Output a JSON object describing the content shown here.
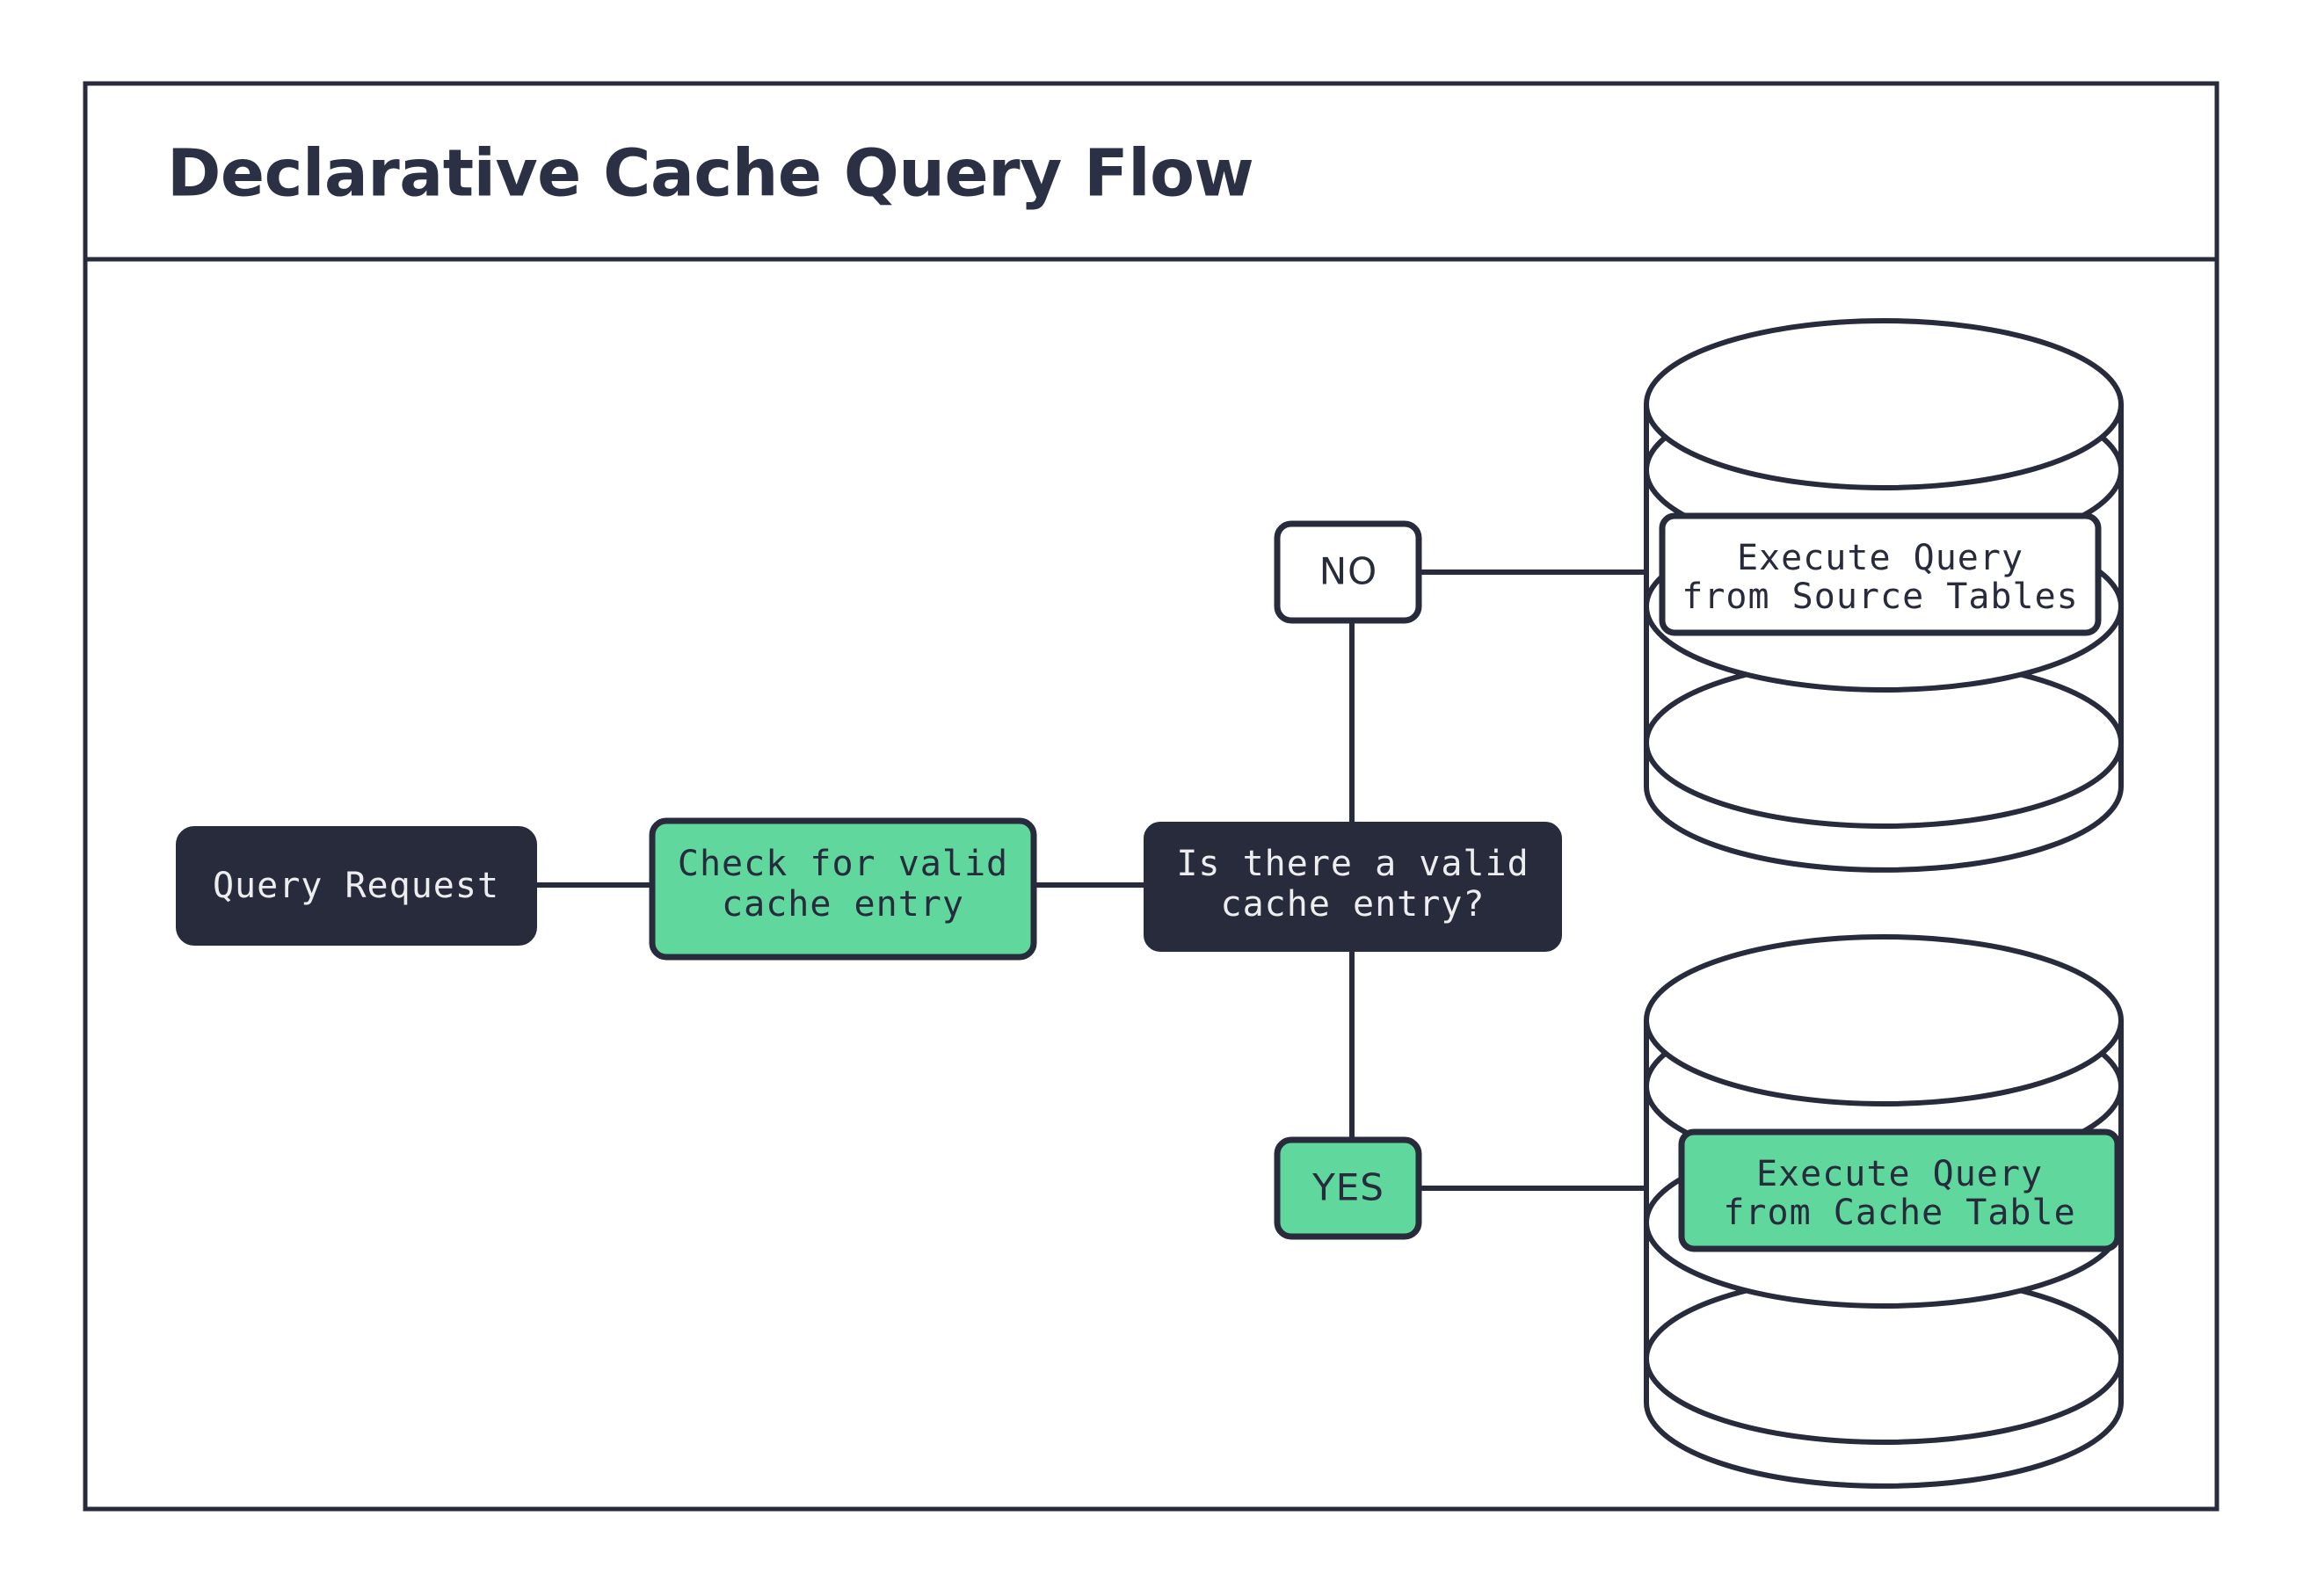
{
  "diagram": {
    "title": "Declarative Cache Query Flow",
    "colors": {
      "dark": "#272B3B",
      "green": "#5FD79D",
      "white": "#FFFFFF",
      "title_text": "#2B3044",
      "light_text": "#EDEDEF"
    },
    "nodes": {
      "start": {
        "label": "Query Request",
        "style": "dark"
      },
      "check": {
        "label_line1": "Check for valid",
        "label_line2": "cache entry",
        "style": "green"
      },
      "decision": {
        "label_line1": "Is there a valid",
        "label_line2": "cache entry?",
        "style": "dark"
      },
      "branch_no": {
        "label": "NO",
        "style": "white"
      },
      "branch_yes": {
        "label": "YES",
        "style": "green"
      },
      "source_db": {
        "label_line1": "Execute Query",
        "label_line2": "from Source Tables",
        "style": "white",
        "shape": "database-cylinder"
      },
      "cache_db": {
        "label_line1": "Execute Query",
        "label_line2": "from Cache Table",
        "style": "green",
        "shape": "database-cylinder"
      }
    },
    "edges": [
      {
        "from": "start",
        "to": "check"
      },
      {
        "from": "check",
        "to": "decision"
      },
      {
        "from": "decision",
        "to": "branch_no"
      },
      {
        "from": "branch_no",
        "to": "source_db"
      },
      {
        "from": "decision",
        "to": "branch_yes"
      },
      {
        "from": "branch_yes",
        "to": "cache_db"
      }
    ]
  }
}
